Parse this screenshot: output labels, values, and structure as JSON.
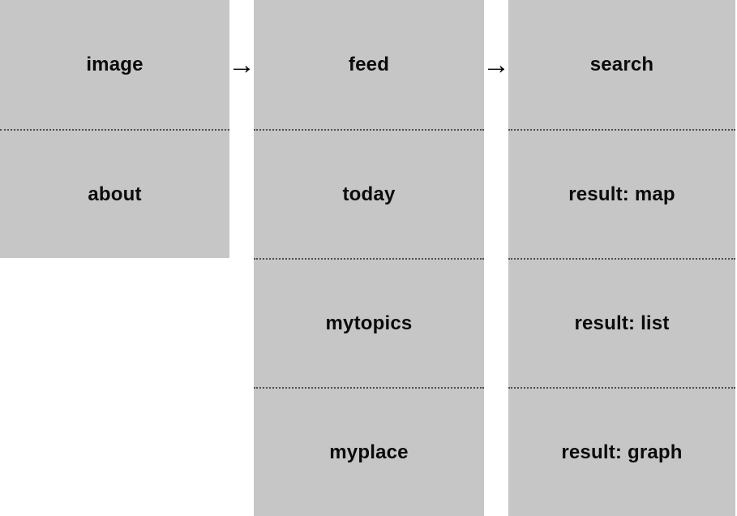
{
  "diagram": {
    "title": "screen-flow",
    "arrow_glyph": "→",
    "colors": {
      "cell_background": "#c6c6c6",
      "divider": "#4d4d4d",
      "label_text": "#0b0b0b",
      "page_background": "#ffffff",
      "arrow": "#000000"
    },
    "columns": [
      {
        "name": "image-column",
        "cells": [
          "image",
          "about"
        ]
      },
      {
        "name": "feed-column",
        "cells": [
          "feed",
          "today",
          "mytopics",
          "myplace"
        ]
      },
      {
        "name": "search-column",
        "cells": [
          "search",
          "result: map",
          "result: list",
          "result: graph"
        ]
      }
    ]
  }
}
